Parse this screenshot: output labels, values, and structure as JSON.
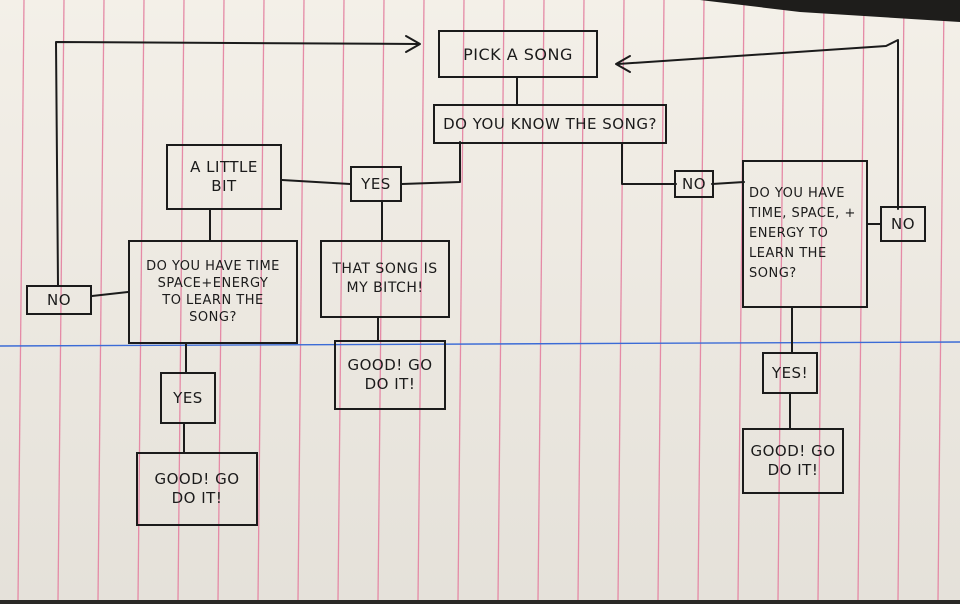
{
  "nodes": {
    "pick_song": "PICK A SONG",
    "know_song": "DO YOU KNOW THE SONG?",
    "yes_center": "YES",
    "a_little_bit": "A LITTLE\nBIT",
    "left_question": "DO YOU HAVE TIME\nSPACE+ENERGY\nTO LEARN THE\nSONG?",
    "no_left": "NO",
    "yes_left": "YES",
    "good_left": "GOOD! GO\nDO IT!",
    "song_mine": "THAT SONG IS\nMY BITCH!",
    "good_center": "GOOD! GO\nDO IT!",
    "no_mid": "NO",
    "right_question": "DO YOU HAVE\nTIME, SPACE, +\nENERGY TO\nLEARN THE\nSONG?",
    "no_right": "NO",
    "yes_right": "YES!",
    "good_right": "GOOD! GO\nDO IT!"
  },
  "colors": {
    "paper": "#f3efe7",
    "rule_vertical": "#e58aa6",
    "rule_horizontal": "#3b6bd6",
    "ink": "#1b1b1b"
  }
}
